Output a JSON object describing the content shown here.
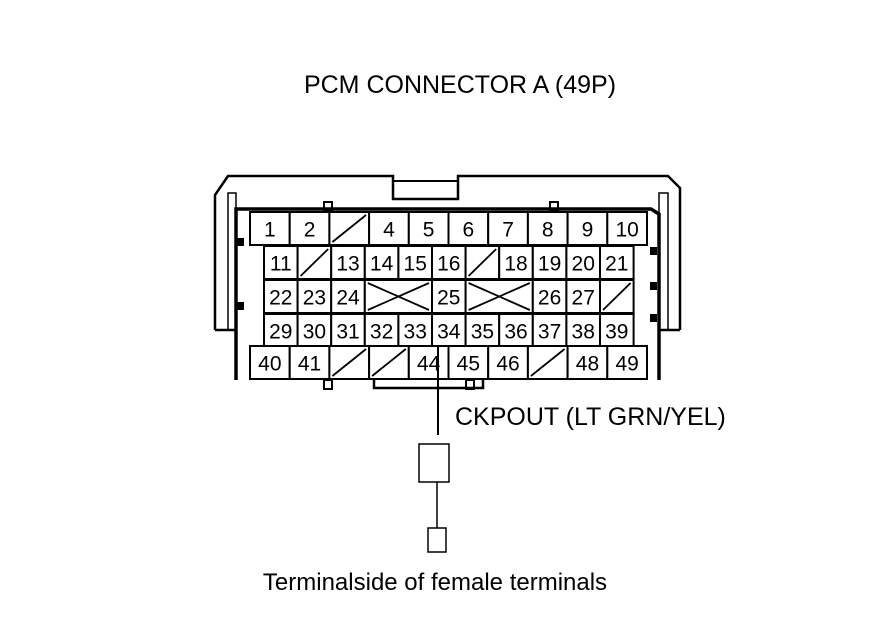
{
  "diagram": {
    "title": "PCM CONNECTOR A (49P)",
    "wire_label": "CKPOUT (LT GRN/YEL)",
    "footer": "Terminalside of female terminals",
    "rows": [
      [
        {
          "t": "1"
        },
        {
          "t": "2"
        },
        {
          "t": "",
          "x": "slash"
        },
        {
          "t": "4"
        },
        {
          "t": "5"
        },
        {
          "t": "6"
        },
        {
          "t": "7"
        },
        {
          "t": "8"
        },
        {
          "t": "9"
        },
        {
          "t": "10"
        }
      ],
      [
        {
          "t": "11"
        },
        {
          "t": "",
          "x": "slash"
        },
        {
          "t": "13"
        },
        {
          "t": "14"
        },
        {
          "t": "15"
        },
        {
          "t": "16"
        },
        {
          "t": "",
          "x": "slash"
        },
        {
          "t": "18"
        },
        {
          "t": "19"
        },
        {
          "t": "20"
        },
        {
          "t": "21"
        }
      ],
      [
        {
          "t": "22"
        },
        {
          "t": "23"
        },
        {
          "t": "24"
        },
        {
          "t": "",
          "x": "cross",
          "span": 2
        },
        {
          "t": "25"
        },
        {
          "t": "",
          "x": "cross",
          "span": 2
        },
        {
          "t": "26"
        },
        {
          "t": "27"
        },
        {
          "t": "",
          "x": "slash"
        }
      ],
      [
        {
          "t": "29"
        },
        {
          "t": "30"
        },
        {
          "t": "31"
        },
        {
          "t": "32"
        },
        {
          "t": "33"
        },
        {
          "t": "34"
        },
        {
          "t": "35"
        },
        {
          "t": "36"
        },
        {
          "t": "37"
        },
        {
          "t": "38"
        },
        {
          "t": "39"
        }
      ],
      [
        {
          "t": "40"
        },
        {
          "t": "41"
        },
        {
          "t": "",
          "x": "slash"
        },
        {
          "t": "",
          "x": "slash"
        },
        {
          "t": "44"
        },
        {
          "t": "45"
        },
        {
          "t": "46"
        },
        {
          "t": "",
          "x": "slash"
        },
        {
          "t": "48"
        },
        {
          "t": "49"
        }
      ]
    ],
    "highlighted_pin": "44"
  }
}
